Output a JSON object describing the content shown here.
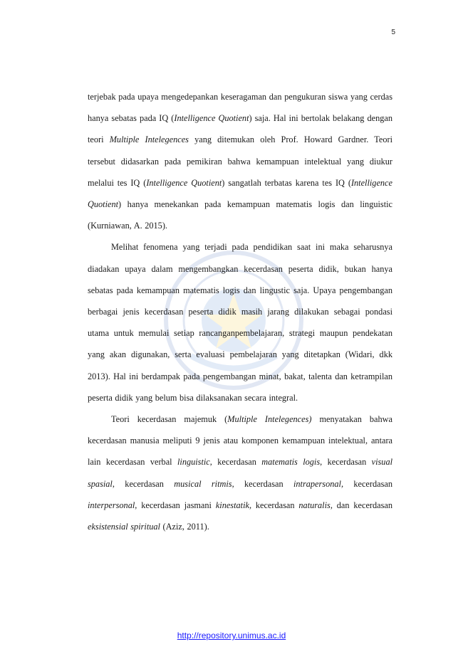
{
  "page": {
    "number": "5"
  },
  "footer": {
    "url": "http://repository.unimus.ac.id"
  },
  "paragraphs": [
    {
      "indent": false,
      "parts": [
        {
          "t": "terjebak pada upaya mengedepankan keseragaman dan pengukuran siswa yang cerdas hanya sebatas pada IQ ("
        },
        {
          "t": "Intelligence Quotient",
          "i": true
        },
        {
          "t": ") saja. Hal ini bertolak belakang dengan teori "
        },
        {
          "t": "Multiple Intelegences",
          "i": true
        },
        {
          "t": " yang ditemukan oleh Prof. Howard Gardner. Teori tersebut didasarkan pada pemikiran bahwa kemampuan intelektual yang diukur melalui tes IQ ("
        },
        {
          "t": "Intelligence Quotient",
          "i": true
        },
        {
          "t": ") sangatlah terbatas karena tes IQ ("
        },
        {
          "t": "Intelligence Quotient",
          "i": true
        },
        {
          "t": ") hanya menekankan pada kemampuan matematis logis dan linguistic (Kurniawan, A. 2015)."
        }
      ]
    },
    {
      "indent": true,
      "parts": [
        {
          "t": "Melihat fenomena yang terjadi pada pendidikan saat ini maka seharusnya diadakan upaya dalam mengembangkan kecerdasan peserta didik, bukan hanya sebatas pada kemampuan matematis logis dan lingustic saja. Upaya pengembangan berbagai jenis kecerdasan peserta didik masih jarang dilakukan sebagai pondasi utama untuk memulai setiap rancanganpembelajaran, strategi maupun pendekatan yang akan digunakan, serta evaluasi pembelajaran yang ditetapkan (Widari, dkk 2013). Hal ini berdampak pada pengembangan minat, bakat, talenta dan ketrampilan peserta didik yang belum bisa dilaksanakan secara integral."
        }
      ]
    },
    {
      "indent": true,
      "parts": [
        {
          "t": "Teori kecerdasan majemuk ("
        },
        {
          "t": "Multiple Intelegences)",
          "i": true
        },
        {
          "t": " menyatakan bahwa kecerdasan manusia meliputi 9 jenis atau komponen kemampuan intelektual, antara lain kecerdasan verbal "
        },
        {
          "t": "linguistic",
          "i": true
        },
        {
          "t": ", kecerdasan "
        },
        {
          "t": "matematis logis",
          "i": true
        },
        {
          "t": ", kecerdasan "
        },
        {
          "t": "visual spasial",
          "i": true
        },
        {
          "t": ", kecerdasan "
        },
        {
          "t": "musical ritmis",
          "i": true
        },
        {
          "t": ", kecerdasan "
        },
        {
          "t": "intrapersonal,",
          "i": true
        },
        {
          "t": " kecerdasan "
        },
        {
          "t": "interpersonal",
          "i": true
        },
        {
          "t": ", kecerdasan jasmani "
        },
        {
          "t": "kinestatik",
          "i": true
        },
        {
          "t": ", kecerdasan "
        },
        {
          "t": "naturalis",
          "i": true
        },
        {
          "t": ", dan kecerdasan "
        },
        {
          "t": "eksistensial spiritual",
          "i": true
        },
        {
          "t": " (Aziz, 2011)."
        }
      ]
    }
  ]
}
